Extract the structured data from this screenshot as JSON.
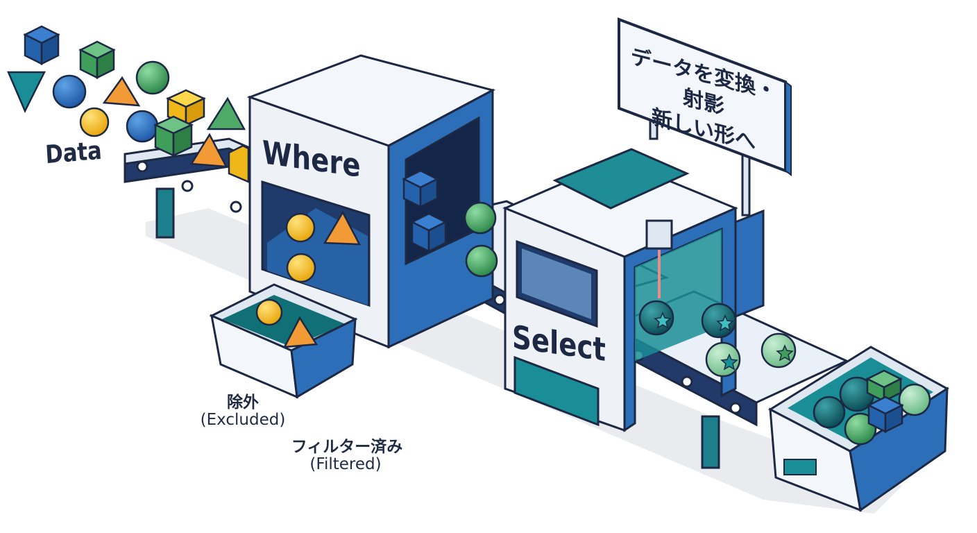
{
  "labels": {
    "data": "Data",
    "where": "Where",
    "select": "Select",
    "excluded_jp": "除外",
    "excluded_en": "(Excluded)",
    "filtered_jp": "フィルター済み",
    "filtered_en": "(Filtered)"
  },
  "sign": {
    "line1": "データを変換・射影",
    "line2": "新しい形へ"
  },
  "colors": {
    "navy": "#1c2844",
    "blue": "#2a6db5",
    "teal": "#1a8e96",
    "dark_teal": "#0f5f6a",
    "green": "#3f9e5a",
    "light_green": "#7cc394",
    "yellow": "#f3c220",
    "orange": "#ef8a22",
    "machine_white": "#eef2f7",
    "shadow": "#e6e8ec"
  },
  "icons": [
    "cube-icon",
    "sphere-icon",
    "pyramid-icon",
    "star-sphere-icon"
  ]
}
